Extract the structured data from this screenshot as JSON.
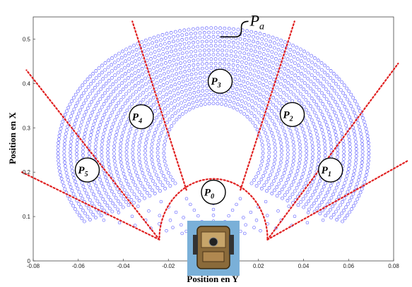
{
  "chart_data": {
    "type": "scatter",
    "xlabel": "Position en Y",
    "ylabel": "Position en X",
    "xlim": [
      -0.08,
      0.08
    ],
    "ylim": [
      0,
      0.55
    ],
    "x_ticks": [
      "-0.08",
      "-0.06",
      "-0.04",
      "-0.02",
      "0",
      "0.02",
      "0.04",
      "0.06",
      "0.08"
    ],
    "y_ticks": [
      "0",
      "0.1",
      "0.2",
      "0.3",
      "0.4",
      "0.5"
    ],
    "marker_color": "#3a3aff",
    "marker": "hollow circle",
    "workspace": {
      "description_points": "reachable positions arranged on concentric elliptical arcs",
      "apex": [
        0.0,
        0.525
      ],
      "left_extent": [
        -0.068,
        0.33
      ],
      "right_extent": [
        0.069,
        0.33
      ],
      "bottom_left": [
        -0.025,
        0.04
      ],
      "bottom_right": [
        0.025,
        0.04
      ]
    },
    "region_boundaries_color": "#e02020",
    "regions": [
      {
        "name": "P",
        "sub": "0",
        "center": [
          0.0,
          0.155
        ]
      },
      {
        "name": "P",
        "sub": "1",
        "center": [
          0.052,
          0.205
        ]
      },
      {
        "name": "P",
        "sub": "2",
        "center": [
          0.035,
          0.33
        ]
      },
      {
        "name": "P",
        "sub": "3",
        "center": [
          0.003,
          0.405
        ]
      },
      {
        "name": "P",
        "sub": "4",
        "center": [
          -0.032,
          0.325
        ]
      },
      {
        "name": "P",
        "sub": "5",
        "center": [
          -0.056,
          0.205
        ]
      }
    ],
    "annotation": {
      "name": "P",
      "sub": "a",
      "points_to": [
        0.003,
        0.505
      ]
    }
  },
  "robot_image": {
    "icon": "robot-photo-icon"
  }
}
